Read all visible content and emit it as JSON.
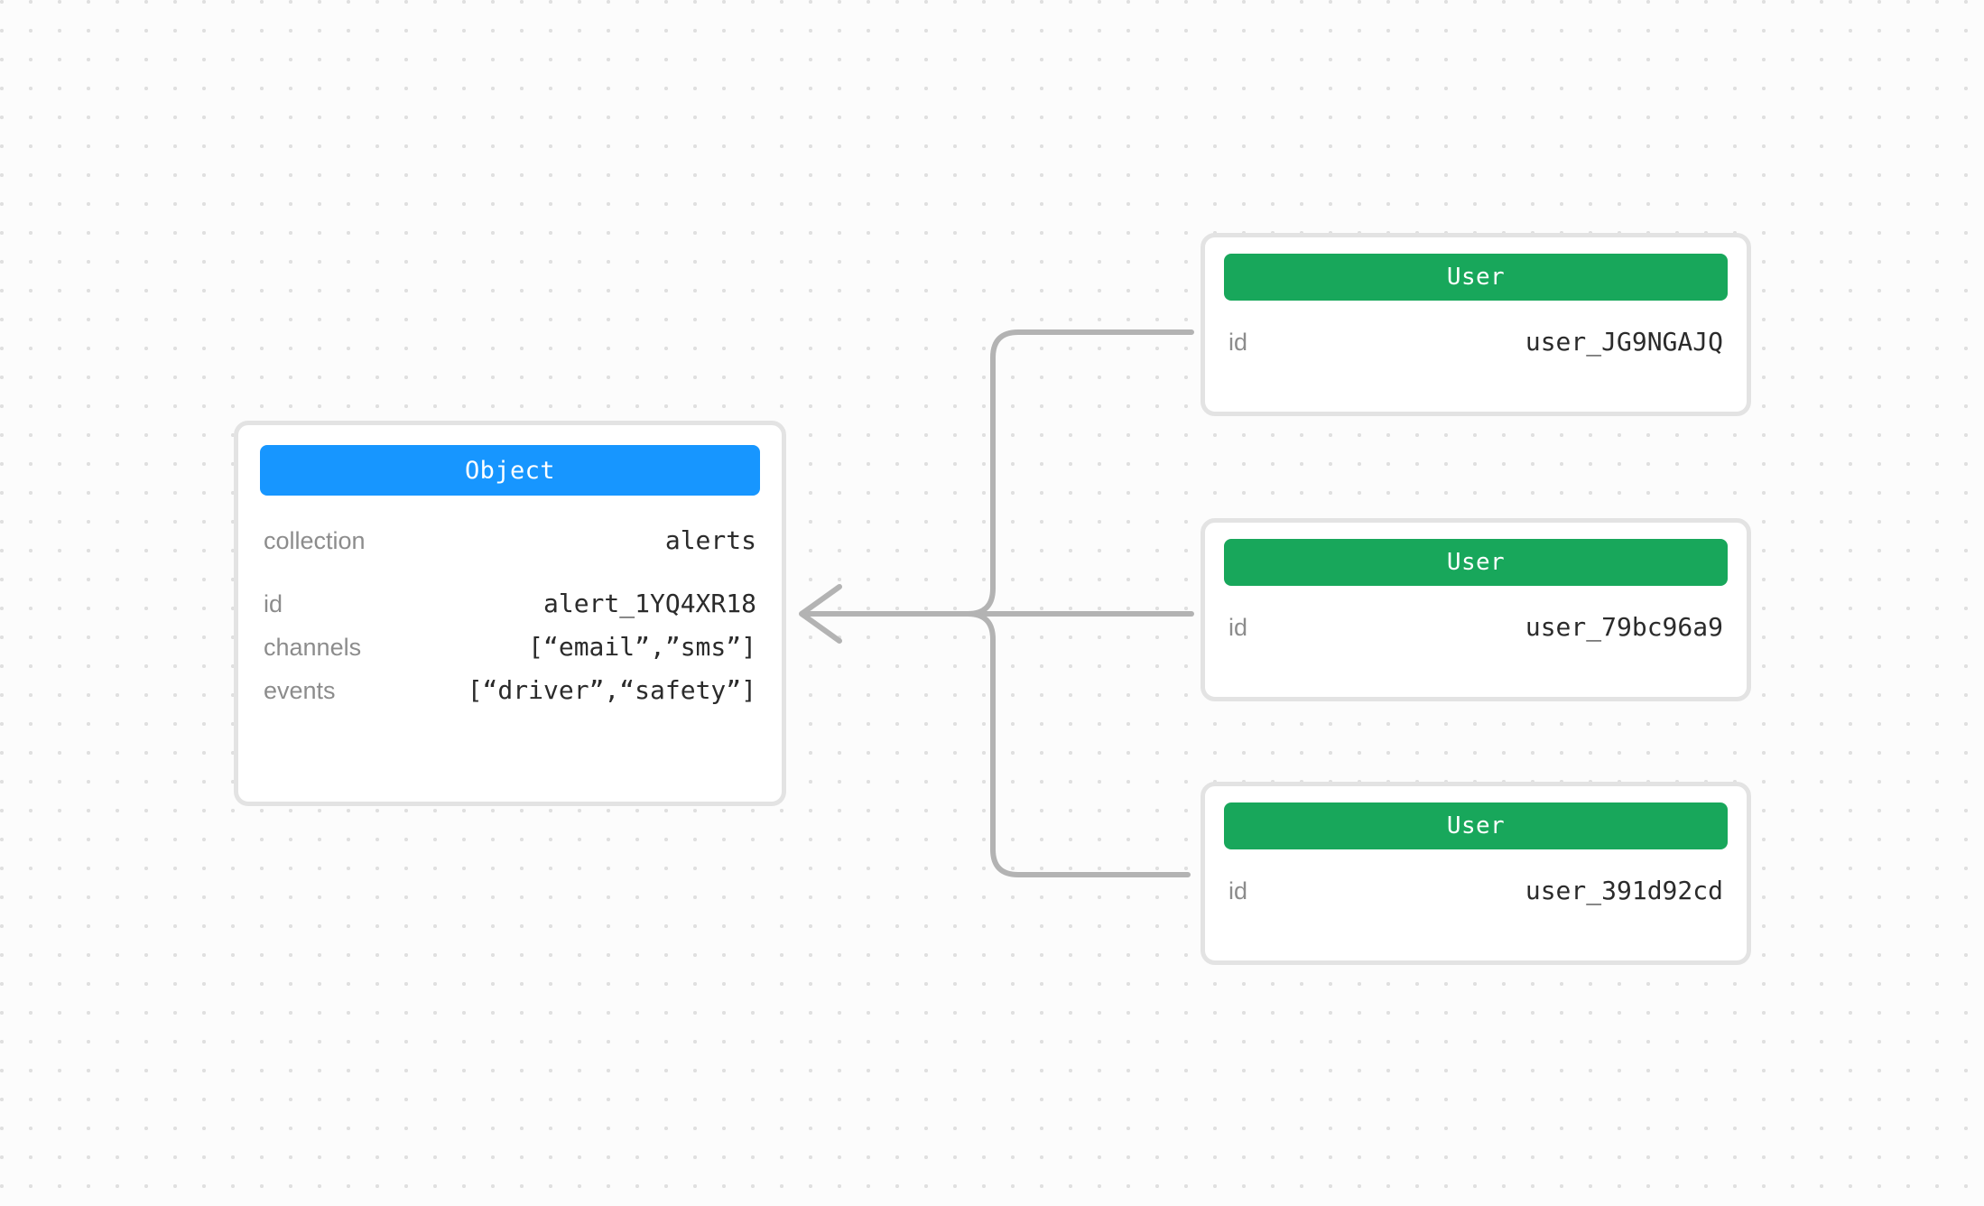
{
  "canvas": {
    "background_color": "#FCFCFC",
    "dot_color": "#E0E0E0",
    "connector_color": "#B3B3B3"
  },
  "nodes": [
    {
      "id": "object-node",
      "type": "Object",
      "title": "Object",
      "header_color": "#1796FF",
      "groups": [
        {
          "rows": [
            {
              "label": "collection",
              "value": "alerts"
            }
          ]
        },
        {
          "rows": [
            {
              "label": "id",
              "value": "alert_1YQ4XR18"
            },
            {
              "label": "channels",
              "value": "[“email”,”sms”]"
            },
            {
              "label": "events",
              "value": "[“driver”,“safety”]"
            }
          ]
        }
      ]
    },
    {
      "id": "user-node-1",
      "type": "User",
      "title": "User",
      "header_color": "#18A75B",
      "groups": [
        {
          "rows": [
            {
              "label": "id",
              "value": "user_JG9NGAJQ"
            }
          ]
        }
      ]
    },
    {
      "id": "user-node-2",
      "type": "User",
      "title": "User",
      "header_color": "#18A75B",
      "groups": [
        {
          "rows": [
            {
              "label": "id",
              "value": "user_79bc96a9"
            }
          ]
        }
      ]
    },
    {
      "id": "user-node-3",
      "type": "User",
      "title": "User",
      "header_color": "#18A75B",
      "groups": [
        {
          "rows": [
            {
              "label": "id",
              "value": "user_391d92cd"
            }
          ]
        }
      ]
    }
  ],
  "edges": [
    {
      "from": "user-node-1",
      "to": "object-node",
      "arrow": "left"
    },
    {
      "from": "user-node-2",
      "to": "object-node",
      "arrow": "left"
    },
    {
      "from": "user-node-3",
      "to": "object-node",
      "arrow": "left"
    }
  ]
}
